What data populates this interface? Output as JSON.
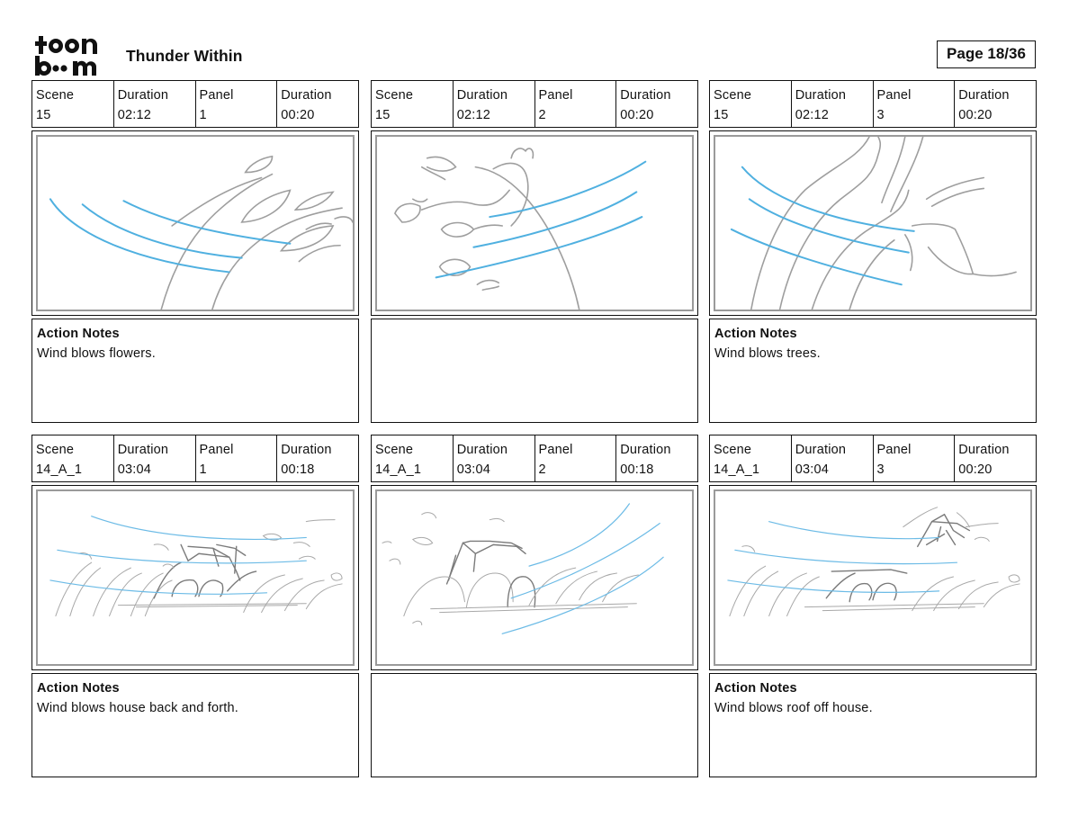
{
  "header": {
    "logo": {
      "top_text": "toon",
      "bottom_text": "boom"
    },
    "title": "Thunder Within",
    "page": "Page 18/36"
  },
  "panels": [
    {
      "scene_label": "Scene",
      "scene": "15",
      "scene_duration_label": "Duration",
      "scene_duration": "02:12",
      "panel_label": "Panel",
      "panel": "1",
      "panel_duration_label": "Duration",
      "panel_duration": "00:20",
      "notes_heading": "Action Notes",
      "notes_text": "Wind blows flowers.",
      "sketch": "flowers-wind-sketch"
    },
    {
      "scene_label": "Scene",
      "scene": "15",
      "scene_duration_label": "Duration",
      "scene_duration": "02:12",
      "panel_label": "Panel",
      "panel": "2",
      "panel_duration_label": "Duration",
      "panel_duration": "00:20",
      "notes_heading": "",
      "notes_text": "",
      "sketch": "flowers-closeup-sketch"
    },
    {
      "scene_label": "Scene",
      "scene": "15",
      "scene_duration_label": "Duration",
      "scene_duration": "02:12",
      "panel_label": "Panel",
      "panel": "3",
      "panel_duration_label": "Duration",
      "panel_duration": "00:20",
      "notes_heading": "Action Notes",
      "notes_text": "Wind blows trees.",
      "sketch": "trees-wind-sketch"
    },
    {
      "scene_label": "Scene",
      "scene": "14_A_1",
      "scene_duration_label": "Duration",
      "scene_duration": "03:04",
      "panel_label": "Panel",
      "panel": "1",
      "panel_duration_label": "Duration",
      "panel_duration": "00:18",
      "notes_heading": "Action Notes",
      "notes_text": "Wind blows house back and forth.",
      "sketch": "house-wind-sketch"
    },
    {
      "scene_label": "Scene",
      "scene": "14_A_1",
      "scene_duration_label": "Duration",
      "scene_duration": "03:04",
      "panel_label": "Panel",
      "panel": "2",
      "panel_duration_label": "Duration",
      "panel_duration": "00:18",
      "notes_heading": "",
      "notes_text": "",
      "sketch": "house-tilt-sketch"
    },
    {
      "scene_label": "Scene",
      "scene": "14_A_1",
      "scene_duration_label": "Duration",
      "scene_duration": "03:04",
      "panel_label": "Panel",
      "panel": "3",
      "panel_duration_label": "Duration",
      "panel_duration": "00:20",
      "notes_heading": "Action Notes",
      "notes_text": "Wind blows roof off house.",
      "sketch": "roof-off-sketch"
    }
  ],
  "colors": {
    "wind_line": "#4fb0e0",
    "sketch_line": "#9e9e9e",
    "border": "#111111"
  }
}
